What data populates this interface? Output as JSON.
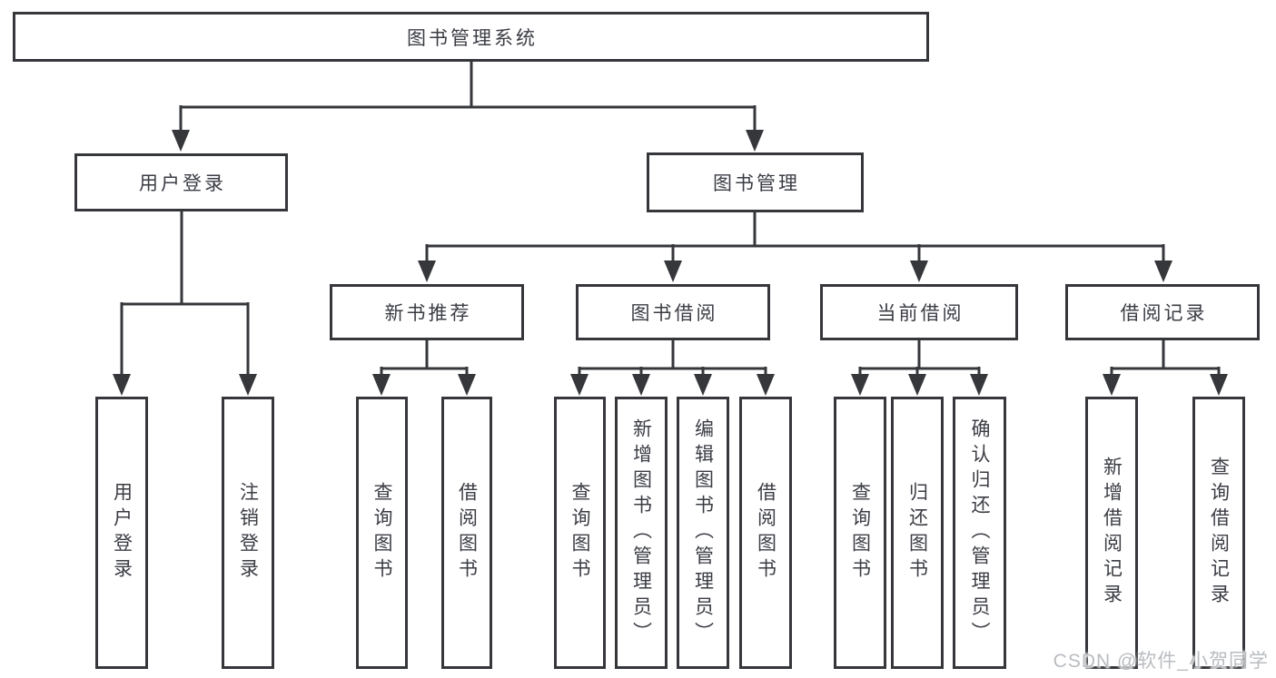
{
  "tree": {
    "root": {
      "label": "图书管理系统"
    },
    "branches": [
      {
        "label": "用户登录",
        "children": [
          {
            "label": "用户登录"
          },
          {
            "label": "注销登录"
          }
        ]
      },
      {
        "label": "图书管理",
        "sections": [
          {
            "label": "新书推荐",
            "children": [
              {
                "label": "查询图书"
              },
              {
                "label": "借阅图书"
              }
            ]
          },
          {
            "label": "图书借阅",
            "children": [
              {
                "label": "查询图书"
              },
              {
                "label": "新增图书（管理员）"
              },
              {
                "label": "编辑图书（管理员）"
              },
              {
                "label": "借阅图书"
              }
            ]
          },
          {
            "label": "当前借阅",
            "children": [
              {
                "label": "查询图书"
              },
              {
                "label": "归还图书"
              },
              {
                "label": "确认归还（管理员）"
              }
            ]
          },
          {
            "label": "借阅记录",
            "children": [
              {
                "label": "新增借阅记录"
              },
              {
                "label": "查询借阅记录"
              }
            ]
          }
        ]
      }
    ]
  },
  "watermark": {
    "text": "CSDN @软件_小贺同学"
  },
  "colors": {
    "line": "#36373b",
    "box_border": "#36373b",
    "text": "#3b3d44",
    "background": "#ffffff",
    "watermark_text": "#b9bcc0"
  }
}
